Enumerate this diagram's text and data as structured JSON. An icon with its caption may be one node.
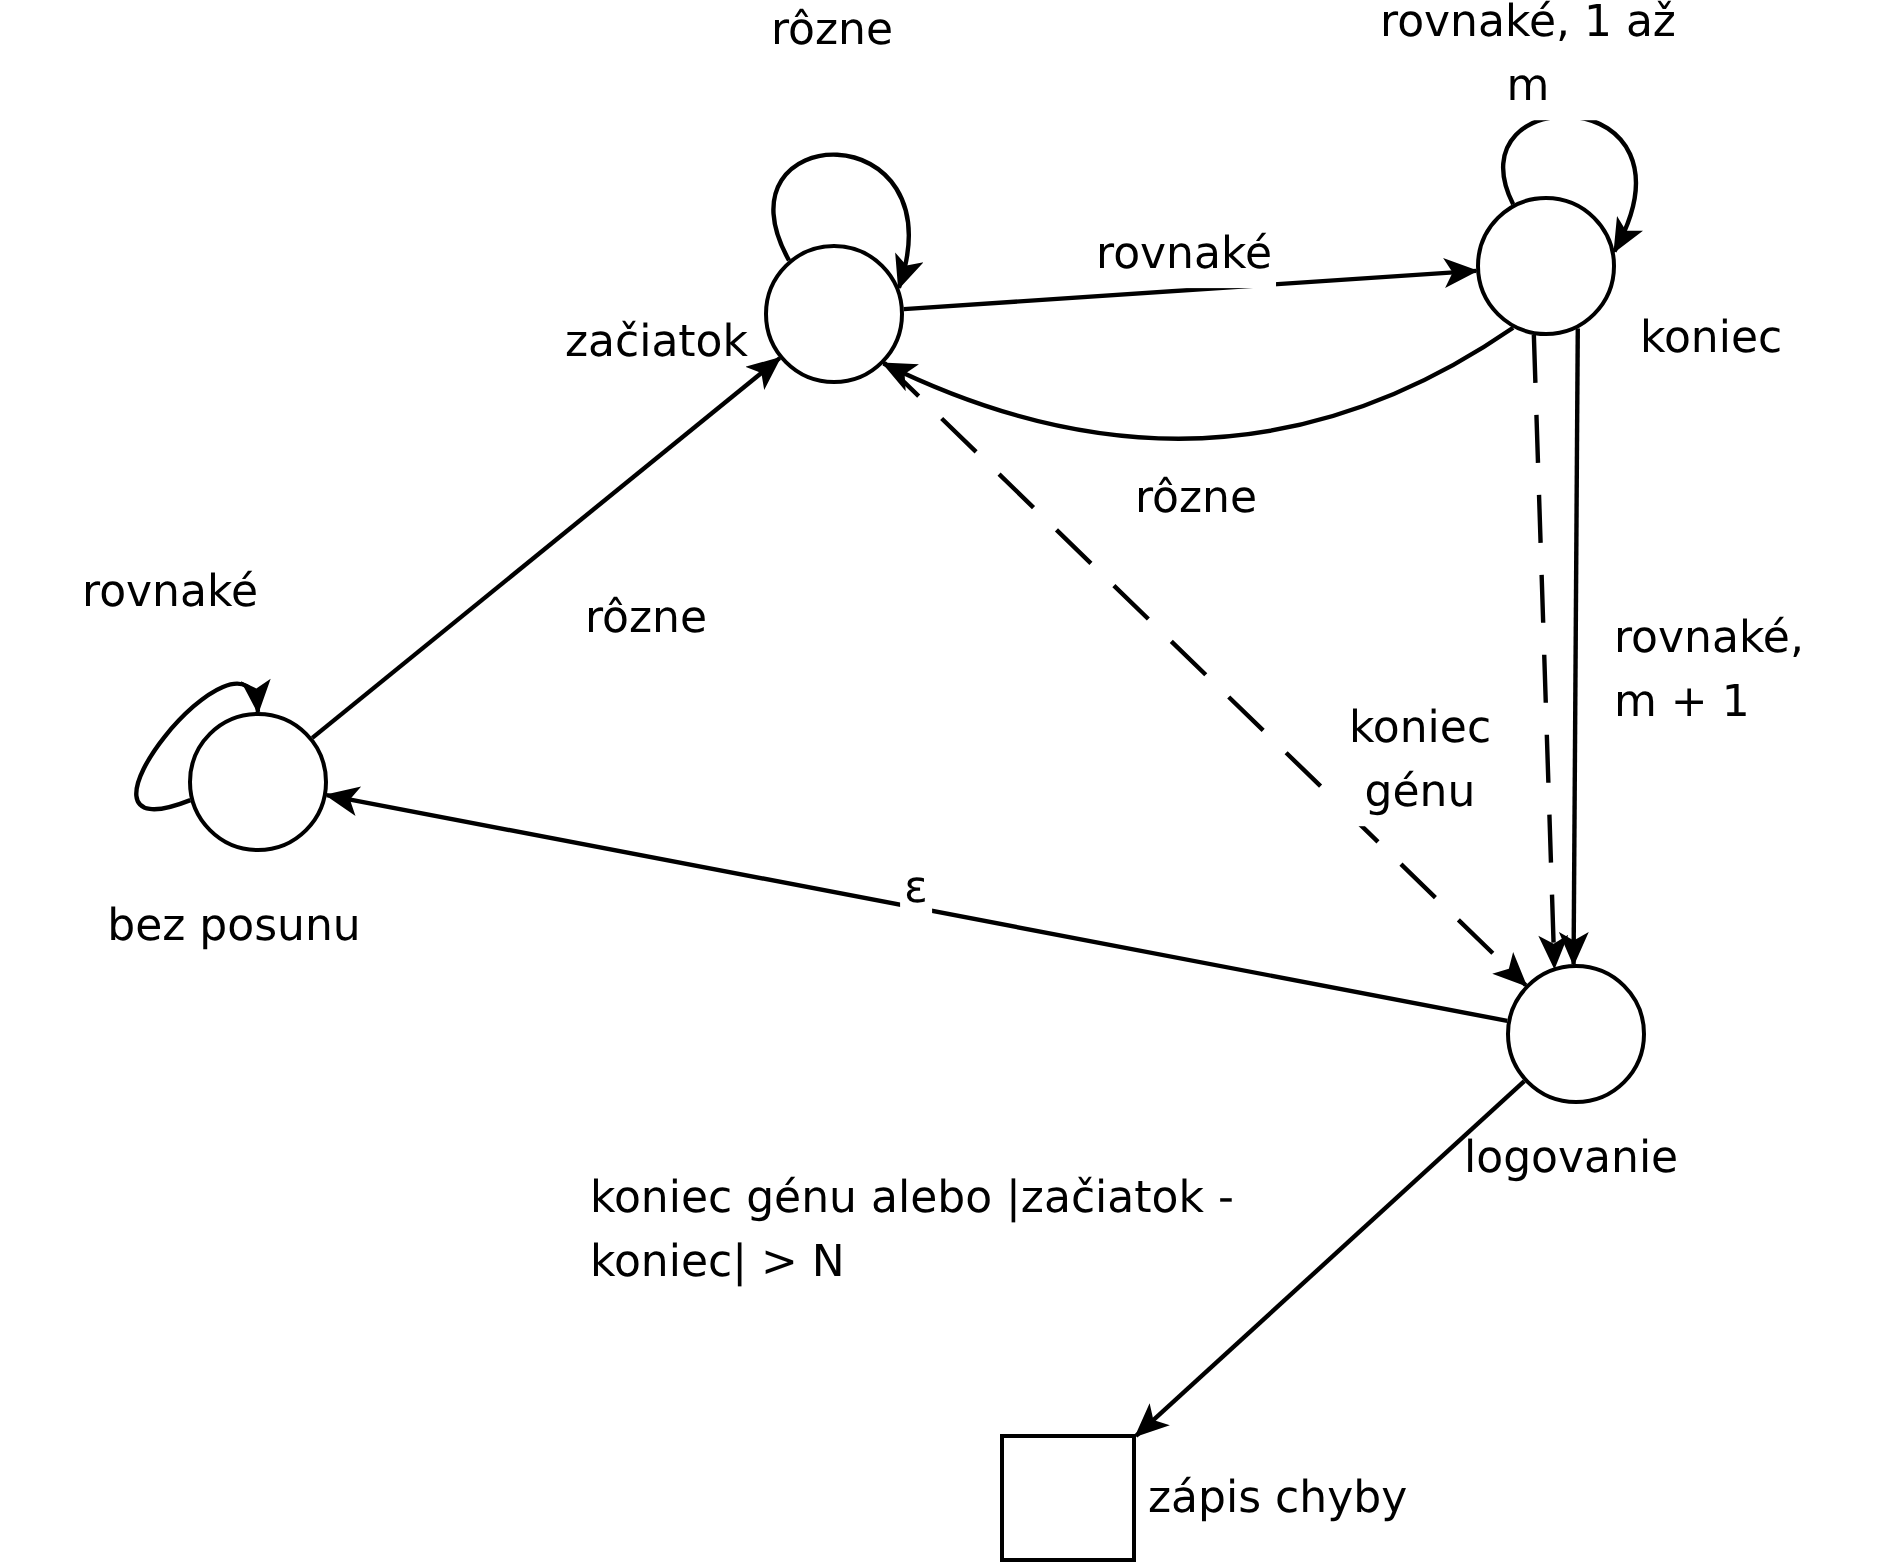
{
  "diagram": {
    "nodes": [
      {
        "text": [
          "začiatok"
        ]
      },
      {
        "text": [
          "koniec"
        ]
      },
      {
        "text": [
          "bez posunu"
        ]
      },
      {
        "text": [
          "logovanie"
        ]
      },
      {
        "text": [
          "zápis chyby"
        ]
      }
    ],
    "edges": [
      {
        "from": 0,
        "to": 0,
        "arrow": "to",
        "label": "rôzne"
      },
      {
        "from": 0,
        "to": 1,
        "arrow": "to",
        "label": "rovnaké"
      },
      {
        "from": 1,
        "to": 1,
        "arrow": "to",
        "label": "rovnaké, 1 až m"
      },
      {
        "from": 1,
        "to": 0,
        "arrow": "to",
        "label": "rôzne"
      },
      {
        "from": 2,
        "to": 2,
        "arrow": "to",
        "label": "rovnaké"
      },
      {
        "from": 2,
        "to": 0,
        "arrow": "to",
        "label": "rôzne"
      },
      {
        "from": 0,
        "to": 3,
        "arrow": "to",
        "style": "dashed"
      },
      {
        "from": 1,
        "to": 3,
        "arrow": "to",
        "style": "dashed",
        "label": "koniec génu"
      },
      {
        "from": 1,
        "to": 3,
        "arrow": "to",
        "label": "rovnaké, m + 1"
      },
      {
        "from": 3,
        "to": 2,
        "arrow": "to",
        "label": "ε"
      },
      {
        "from": 3,
        "to": 4,
        "arrow": "to",
        "label": "koniec génu alebo |začiatok - koniec| > N"
      }
    ]
  }
}
